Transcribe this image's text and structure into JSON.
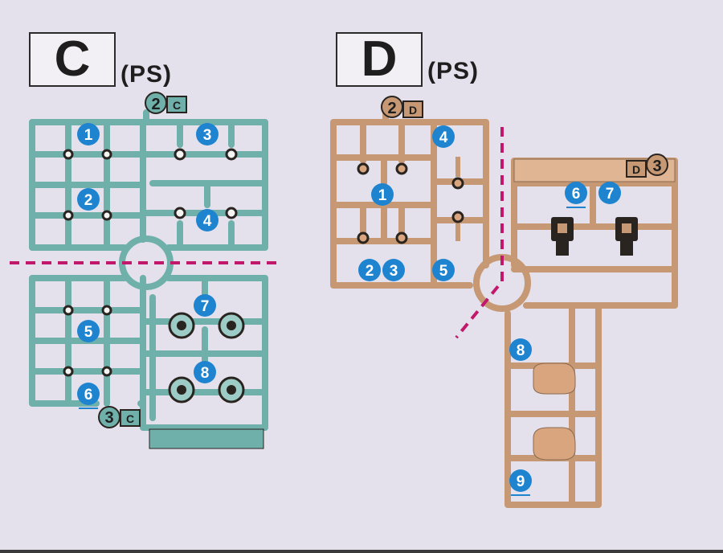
{
  "colors": {
    "background": "#e4e1ec",
    "sprue_c": "#6fb0aa",
    "sprue_c_fill": "#a9d5cd",
    "sprue_d": "#c69873",
    "sprue_d_fill": "#ebc5a6",
    "marker_blue": "#1f84d0",
    "cut_line": "#c2186b",
    "dark_part": "#2a2420"
  },
  "runners": {
    "C": {
      "letter": "C",
      "material": "(PS)",
      "sprue_tags": [
        {
          "number": "2",
          "letter": "C"
        },
        {
          "number": "3",
          "letter": "C"
        }
      ],
      "markers": [
        "1",
        "2",
        "3",
        "4",
        "5",
        "6",
        "7",
        "8"
      ]
    },
    "D": {
      "letter": "D",
      "material": "(PS)",
      "sprue_tags": [
        {
          "number": "2",
          "letter": "D"
        },
        {
          "number": "3",
          "letter": "D"
        }
      ],
      "markers": [
        "1",
        "2",
        "3",
        "4",
        "5",
        "6",
        "7",
        "8",
        "9"
      ]
    }
  }
}
